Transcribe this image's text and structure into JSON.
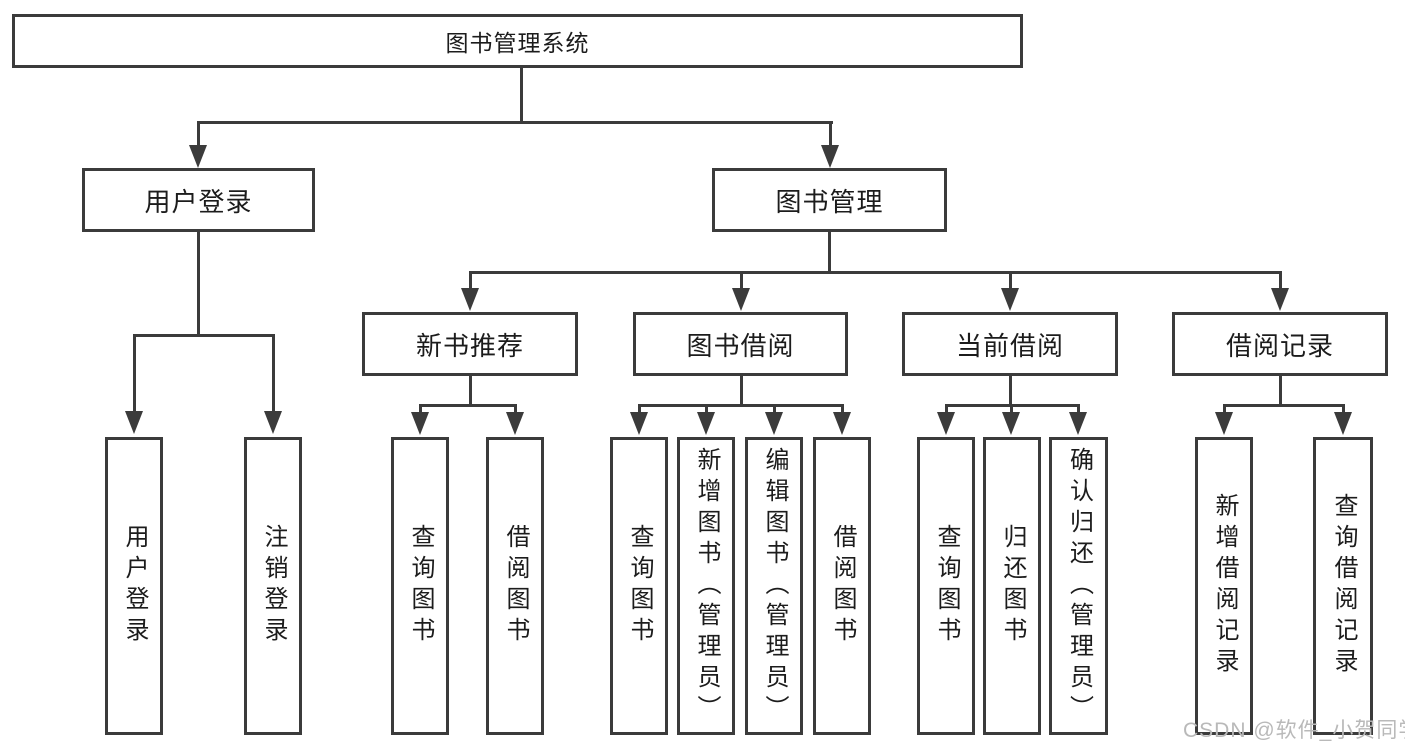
{
  "diagram": {
    "root": {
      "label": "图书管理系统"
    },
    "branches": [
      {
        "label": "用户登录",
        "children": [
          {
            "label": "用户登录"
          },
          {
            "label": "注销登录"
          }
        ]
      },
      {
        "label": "图书管理",
        "children": [
          {
            "label": "新书推荐",
            "children": [
              {
                "label": "查询图书"
              },
              {
                "label": "借阅图书"
              }
            ]
          },
          {
            "label": "图书借阅",
            "children": [
              {
                "label": "查询图书"
              },
              {
                "label": "新增图书（管理员）"
              },
              {
                "label": "编辑图书（管理员）"
              },
              {
                "label": "借阅图书"
              }
            ]
          },
          {
            "label": "当前借阅",
            "children": [
              {
                "label": "查询图书"
              },
              {
                "label": "归还图书"
              },
              {
                "label": "确认归还（管理员）"
              }
            ]
          },
          {
            "label": "借阅记录",
            "children": [
              {
                "label": "新增借阅记录"
              },
              {
                "label": "查询借阅记录"
              }
            ]
          }
        ]
      }
    ]
  },
  "watermark": {
    "text": "CSDN @软件_小贺同学"
  },
  "colors": {
    "line": "#3b3b3b",
    "box_border": "#3b3b3b",
    "text": "#1c1c1c",
    "background": "#ffffff",
    "watermark": "#b9b9b9"
  }
}
